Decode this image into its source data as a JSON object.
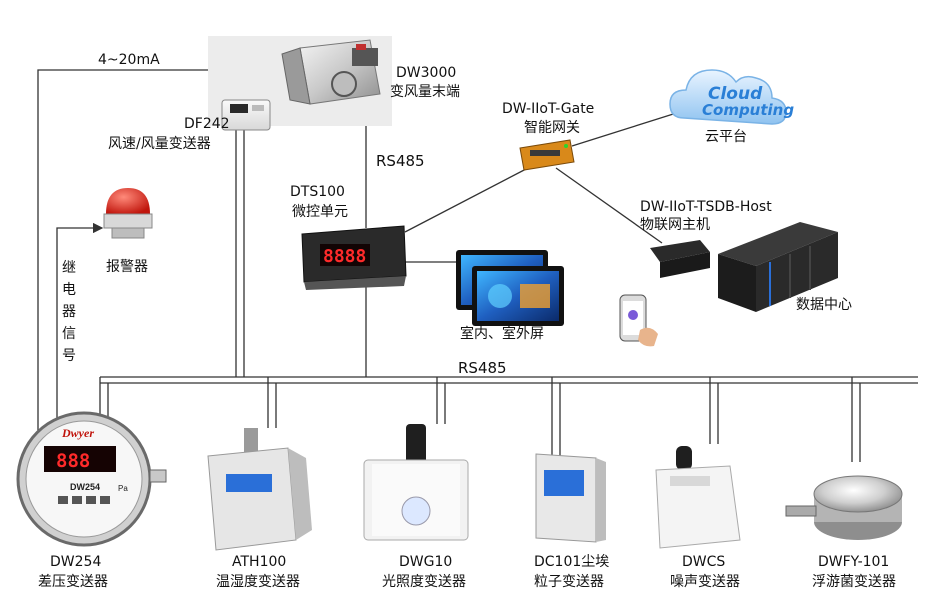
{
  "labels": {
    "signal_current": "4~20mA",
    "dw3000_model": "DW3000",
    "dw3000_name": "变风量末端",
    "df242_model": "DF242",
    "df242_name": "风速/风量变送器",
    "rs485_top": "RS485",
    "rs485_bus": "RS485",
    "gateway_model": "DW-IIoT-Gate",
    "gateway_name": "智能网关",
    "cloud_name": "云平台",
    "cloud_word1": "Cloud",
    "cloud_word2": "Computing",
    "dts100_model": "DTS100",
    "dts100_name": "微控单元",
    "dts100_display": "8888",
    "host_model": "DW-IIoT-TSDB-Host",
    "host_name": "物联网主机",
    "datacenter_name": "数据中心",
    "alarm_name": "报警器",
    "screens_name": "室内、室外屏",
    "relay_signal": [
      "继",
      "电",
      "器",
      "信",
      "号"
    ],
    "dw254_brand": "Dwyer",
    "dw254_face": "DW254",
    "dw254_unit": "Pa",
    "dw254_display": "888"
  },
  "devices": [
    {
      "model": "DW254",
      "name": "差压变送器"
    },
    {
      "model": "ATH100",
      "name": "温湿度变送器"
    },
    {
      "model": "DWG10",
      "name": "光照度变送器"
    },
    {
      "model": "DC101尘埃",
      "name": "粒子变送器"
    },
    {
      "model": "DWCS",
      "name": "噪声变送器"
    },
    {
      "model": "DWFY-101",
      "name": "浮游菌变送器"
    }
  ],
  "colors": {
    "line": "#333333",
    "display_bg": "#1c1c1c",
    "display_digits": "#ff2a2a",
    "lcd_blue": "#2a6fd8",
    "cloud_blue": "#2a7fd6",
    "alarm_red": "#e0261d"
  }
}
